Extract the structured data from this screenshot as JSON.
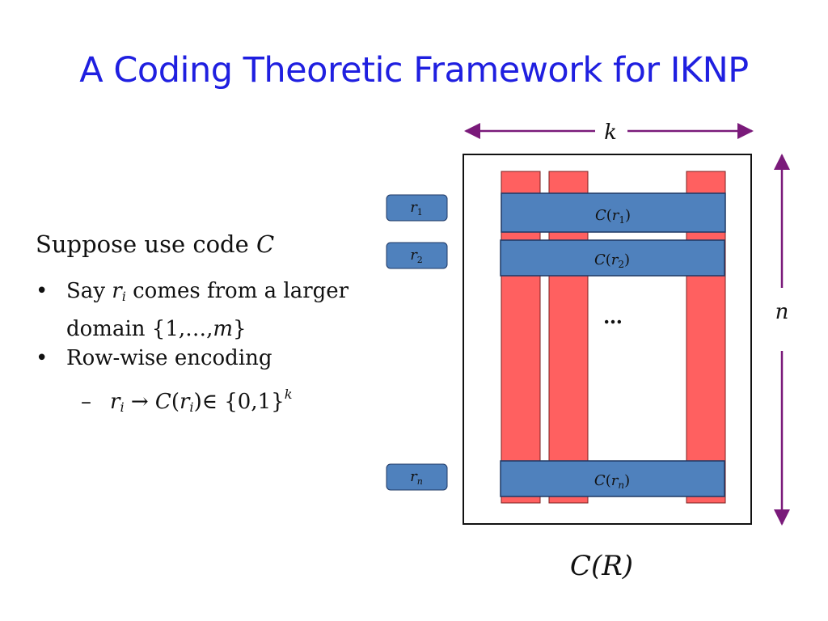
{
  "slide": {
    "title": "A Coding Theoretic Framework for IKNP"
  },
  "text": {
    "lead_prefix": "Suppose use code ",
    "lead_code": "C",
    "bullet_1_a": "Say ",
    "bullet_1_r": "r",
    "bullet_1_i": "i",
    "bullet_1_b": " comes from a larger",
    "bullet_1_c": "domain {1,…,",
    "bullet_1_m": "m",
    "bullet_1_d": "}",
    "bullet_2": "Row-wise encoding",
    "sub_r": "r",
    "sub_i": "i",
    "sub_arrow": " → ",
    "sub_C": "C",
    "sub_lp": "(",
    "sub_r2": "r",
    "sub_i2": "i",
    "sub_rp": ")",
    "sub_in": "∈ {0,1}",
    "sub_k": "k",
    "bullet_symbol": "•",
    "dash_symbol": "–"
  },
  "diagram": {
    "width_label": "k",
    "height_label": "n",
    "matrix_label_C": "C",
    "matrix_label_R": "(R)",
    "ellipsis": "…",
    "inputs": [
      {
        "base": "r",
        "sub": "1"
      },
      {
        "base": "r",
        "sub": "2"
      },
      {
        "base": "r",
        "sub": "n"
      }
    ],
    "codewords": [
      {
        "func": "C",
        "base": "r",
        "sub": "1"
      },
      {
        "func": "C",
        "base": "r",
        "sub": "2"
      },
      {
        "func": "C",
        "base": "r",
        "sub": "n"
      }
    ],
    "colors": {
      "column_fill": "#ff6060",
      "row_fill": "#4f81bd",
      "arrow": "#7a1a7a",
      "title": "#1f1fe0"
    }
  }
}
